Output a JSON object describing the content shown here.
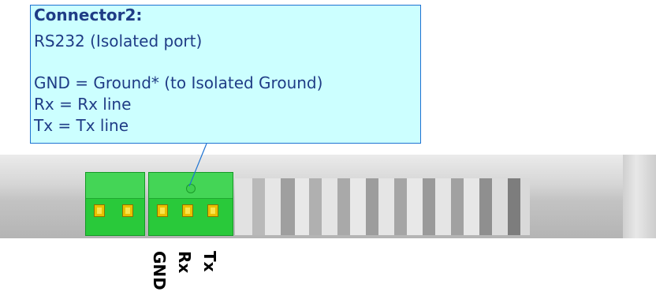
{
  "callout": {
    "title": "Connector2:",
    "subtitle": "RS232 (Isolated port)",
    "lines": [
      "GND = Ground* (to Isolated Ground)",
      "Rx = Rx line",
      "Tx = Tx line"
    ]
  },
  "pin_labels": [
    "GND",
    "Rx",
    "Tx"
  ],
  "colors": {
    "callout_fill": "#ccffff",
    "callout_border": "#1e73d2",
    "text": "#1f3c86",
    "terminal_green": "#29c93a",
    "pin_yellow": "#e9c000"
  }
}
